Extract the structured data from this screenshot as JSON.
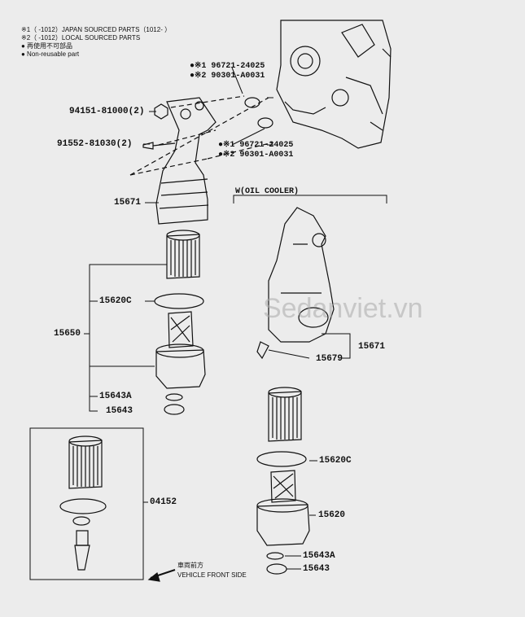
{
  "legend": {
    "line1": "※1（      -1012）JAPAN SOURCED PARTS（1012-      ）",
    "line2": "※2（      -1012）LOCAL SOURCED PARTS",
    "line3": "● 再使用不可部品",
    "line4": "● Non-reusable part"
  },
  "labels": {
    "p94151": "94151-81000(2)",
    "p91552": "91552-81030(2)",
    "p96721_top": "●※1 96721-24025",
    "p90301_top": "●※2 90301-A0031",
    "p96721_bot": "●※1 96721-24025",
    "p90301_bot": "●※2 90301-A0031",
    "p15671_left": "15671",
    "p15620c_left": "15620C",
    "p15650": "15650",
    "p15643a_left": "15643A",
    "p15643_left": "15643",
    "oil_cooler": "W(OIL COOLER)",
    "p15679": "15679",
    "p15671_right": "15671",
    "p15620c_right": "15620C",
    "p15620": "15620",
    "p15643a_right": "15643A",
    "p15643_right": "15643",
    "p04152": "04152",
    "front_jp": "車両前方",
    "front_en": "VEHICLE FRONT SIDE"
  },
  "watermark": "Sedanviet.vn"
}
